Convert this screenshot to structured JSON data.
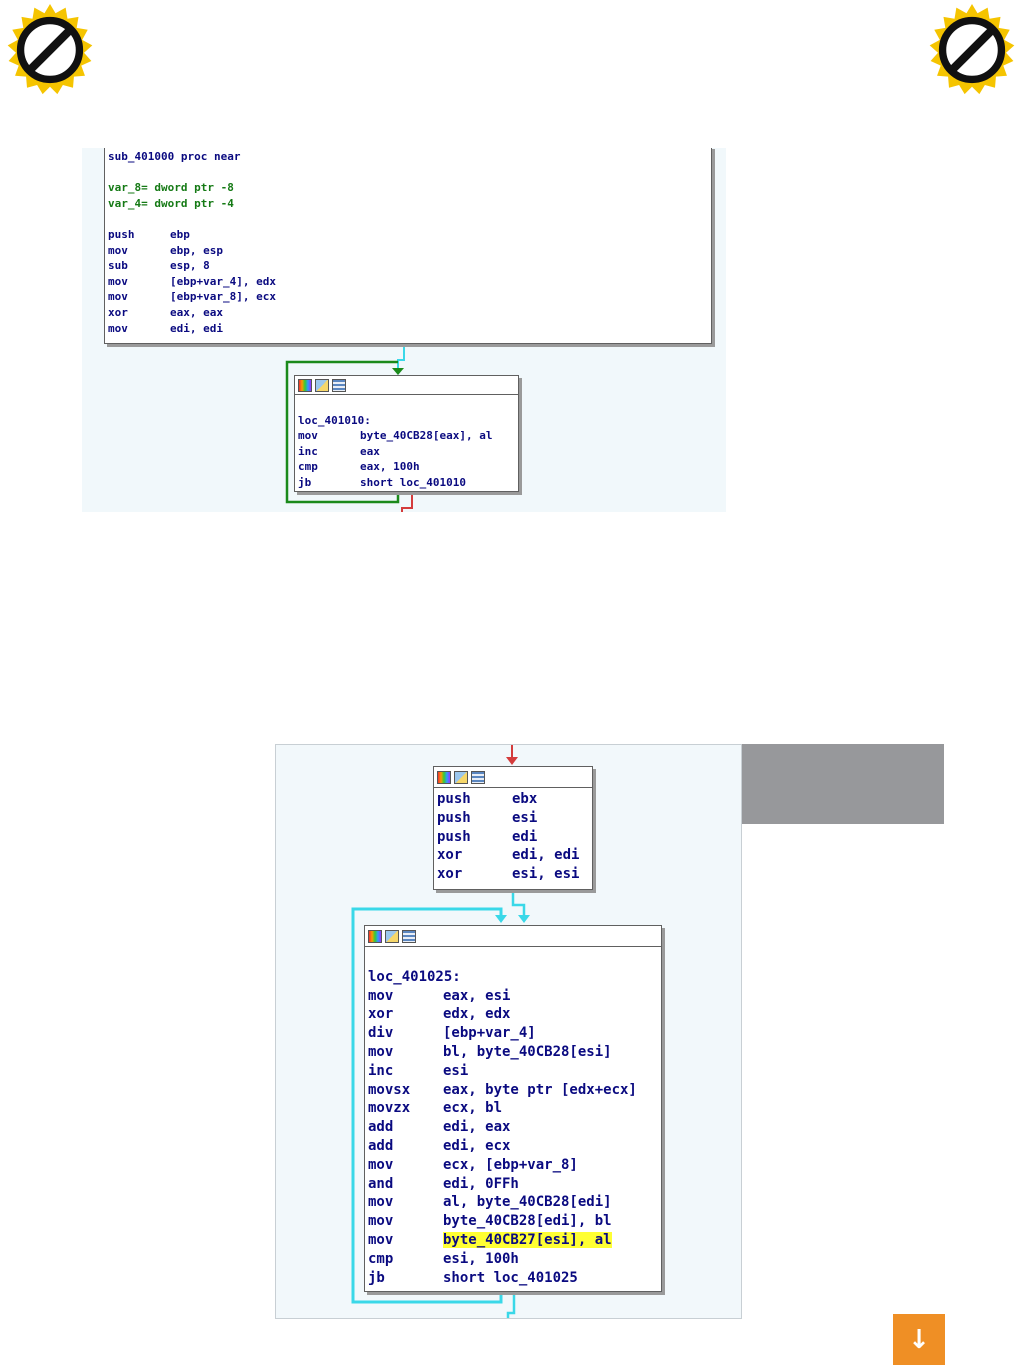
{
  "brand": {
    "icon": "no-entry-badge-icon",
    "badge_color": "#f5c400",
    "ring_color": "#111111"
  },
  "graph1": {
    "block1": {
      "lines": [
        {
          "mnemonic": "sub_401000 proc near",
          "operand": ""
        },
        {
          "mnemonic": "",
          "operand": ""
        },
        {
          "mnemonic": "var_8= dword ptr -8",
          "operand": ""
        },
        {
          "mnemonic": "var_4= dword ptr -4",
          "operand": ""
        },
        {
          "mnemonic": "",
          "operand": ""
        },
        {
          "mnemonic": "push",
          "operand": "ebp"
        },
        {
          "mnemonic": "mov",
          "operand": "ebp, esp"
        },
        {
          "mnemonic": "sub",
          "operand": "esp, 8"
        },
        {
          "mnemonic": "mov",
          "operand": "[ebp+var_4], edx"
        },
        {
          "mnemonic": "mov",
          "operand": "[ebp+var_8], ecx"
        },
        {
          "mnemonic": "xor",
          "operand": "eax, eax"
        },
        {
          "mnemonic": "mov",
          "operand": "edi, edi"
        }
      ]
    },
    "block2": {
      "lines": [
        {
          "mnemonic": "",
          "operand": ""
        },
        {
          "mnemonic": "loc_401010:",
          "operand": ""
        },
        {
          "mnemonic": "mov",
          "operand": "byte_40CB28[eax], al"
        },
        {
          "mnemonic": "inc",
          "operand": "eax"
        },
        {
          "mnemonic": "cmp",
          "operand": "eax, 100h"
        },
        {
          "mnemonic": "jb",
          "operand": "short loc_401010"
        }
      ]
    }
  },
  "graph2": {
    "block1": {
      "lines": [
        {
          "mnemonic": "push",
          "operand": "ebx"
        },
        {
          "mnemonic": "push",
          "operand": "esi"
        },
        {
          "mnemonic": "push",
          "operand": "edi"
        },
        {
          "mnemonic": "xor",
          "operand": "edi, edi"
        },
        {
          "mnemonic": "xor",
          "operand": "esi, esi"
        }
      ]
    },
    "block2": {
      "lines": [
        {
          "mnemonic": "",
          "operand": ""
        },
        {
          "mnemonic": "loc_401025:",
          "operand": ""
        },
        {
          "mnemonic": "mov",
          "operand": "eax, esi"
        },
        {
          "mnemonic": "xor",
          "operand": "edx, edx"
        },
        {
          "mnemonic": "div",
          "operand": "[ebp+var_4]"
        },
        {
          "mnemonic": "mov",
          "operand": "bl, byte_40CB28[esi]"
        },
        {
          "mnemonic": "inc",
          "operand": "esi"
        },
        {
          "mnemonic": "movsx",
          "operand": "eax, byte ptr [edx+ecx]"
        },
        {
          "mnemonic": "movzx",
          "operand": "ecx, bl"
        },
        {
          "mnemonic": "add",
          "operand": "edi, eax"
        },
        {
          "mnemonic": "add",
          "operand": "edi, ecx"
        },
        {
          "mnemonic": "mov",
          "operand": "ecx, [ebp+var_8]"
        },
        {
          "mnemonic": "and",
          "operand": "edi, 0FFh"
        },
        {
          "mnemonic": "mov",
          "operand": "al, byte_40CB28[edi]"
        },
        {
          "mnemonic": "mov",
          "operand": "byte_40CB28[edi], bl"
        },
        {
          "mnemonic": "mov",
          "operand": "byte_40CB27[esi], al"
        },
        {
          "mnemonic": "cmp",
          "operand": "esi, 100h"
        },
        {
          "mnemonic": "jb",
          "operand": "short loc_401025"
        }
      ]
    }
  },
  "toolbar_icons": [
    "graph-color-icon",
    "edit-node-icon",
    "text-view-icon"
  ],
  "colors": {
    "code_text": "#0a0a80",
    "var_text": "#157a15",
    "highlight": "#ffff33",
    "edge_true": "#1b8a1b",
    "edge_false": "#d43c3c",
    "edge_normal": "#3ad8e8",
    "download_button": "#ef8f25"
  },
  "download_button": {
    "icon": "arrow-down-icon",
    "glyph": "↓"
  }
}
